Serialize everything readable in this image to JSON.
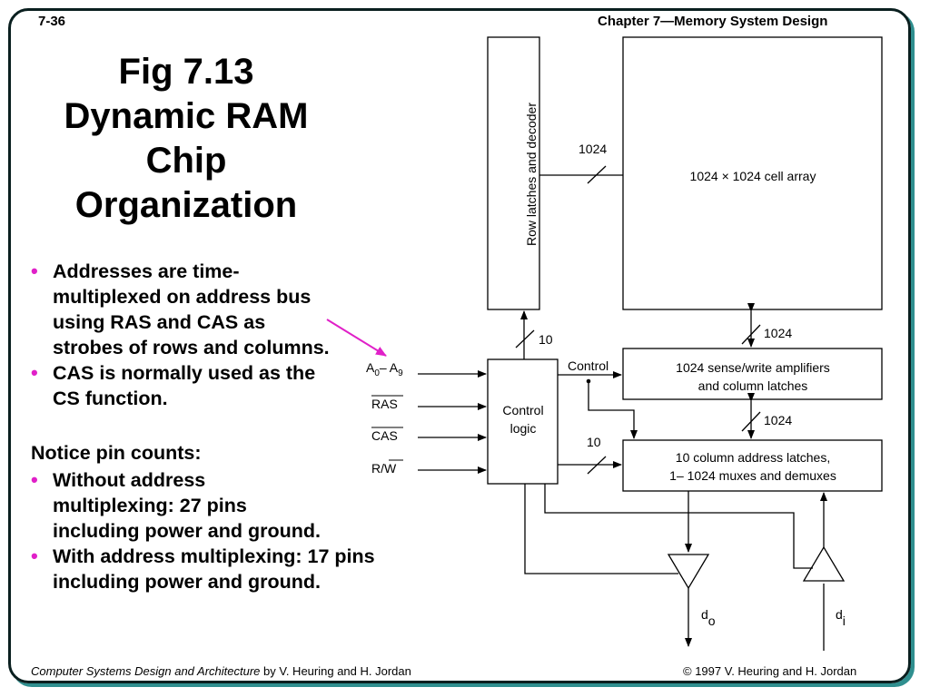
{
  "header": {
    "slide_number": "7-36",
    "chapter": "Chapter 7—Memory System Design"
  },
  "title_lines": [
    "Fig 7.13",
    "Dynamic RAM",
    "Chip",
    "Organization"
  ],
  "bullets_top": [
    "Addresses are time-multiplexed on address bus using RAS and CAS as strobes of rows and columns.",
    "CAS is normally used as the CS function."
  ],
  "notice": "Notice pin counts:",
  "bullets_bottom": [
    "Without address multiplexing: 27 pins including power and ground.",
    "With address multiplexing: 17 pins including power and ground."
  ],
  "diagram": {
    "row_decoder": "Row latches and decoder",
    "cell_array": "1024 × 1024 cell array",
    "sense_amps_line1": "1024 sense/write amplifiers",
    "sense_amps_line2": "and column latches",
    "col_latch_line1": "10 column address latches,",
    "col_latch_line2": "1– 1024 muxes and demuxes",
    "control_logic_line1": "Control",
    "control_logic_line2": "logic",
    "control_label": "Control",
    "bus_1024_row": "1024",
    "bus_1024_array": "1024",
    "bus_1024_sense": "1024",
    "bus_10_row": "10",
    "bus_10_col": "10",
    "addr_A": "A",
    "addr_0": "0",
    "addr_dash": "– A",
    "addr_9": "9",
    "ras": "RAS",
    "cas": "CAS",
    "rw_r": "R/",
    "rw_w": "W",
    "dout_d": "d",
    "dout_sub": "o",
    "din_d": "d",
    "din_sub": "i"
  },
  "footer": {
    "book_title": "Computer Systems Design and Architecture",
    "authors": " by V. Heuring and H. Jordan",
    "copyright": "© 1997 V. Heuring and H. Jordan"
  },
  "colors": {
    "frame": "#0a1f1f",
    "frame_shadow": "#2f8f8f",
    "bullet": "#e020c8",
    "pointer_arrow": "#e020c8"
  }
}
